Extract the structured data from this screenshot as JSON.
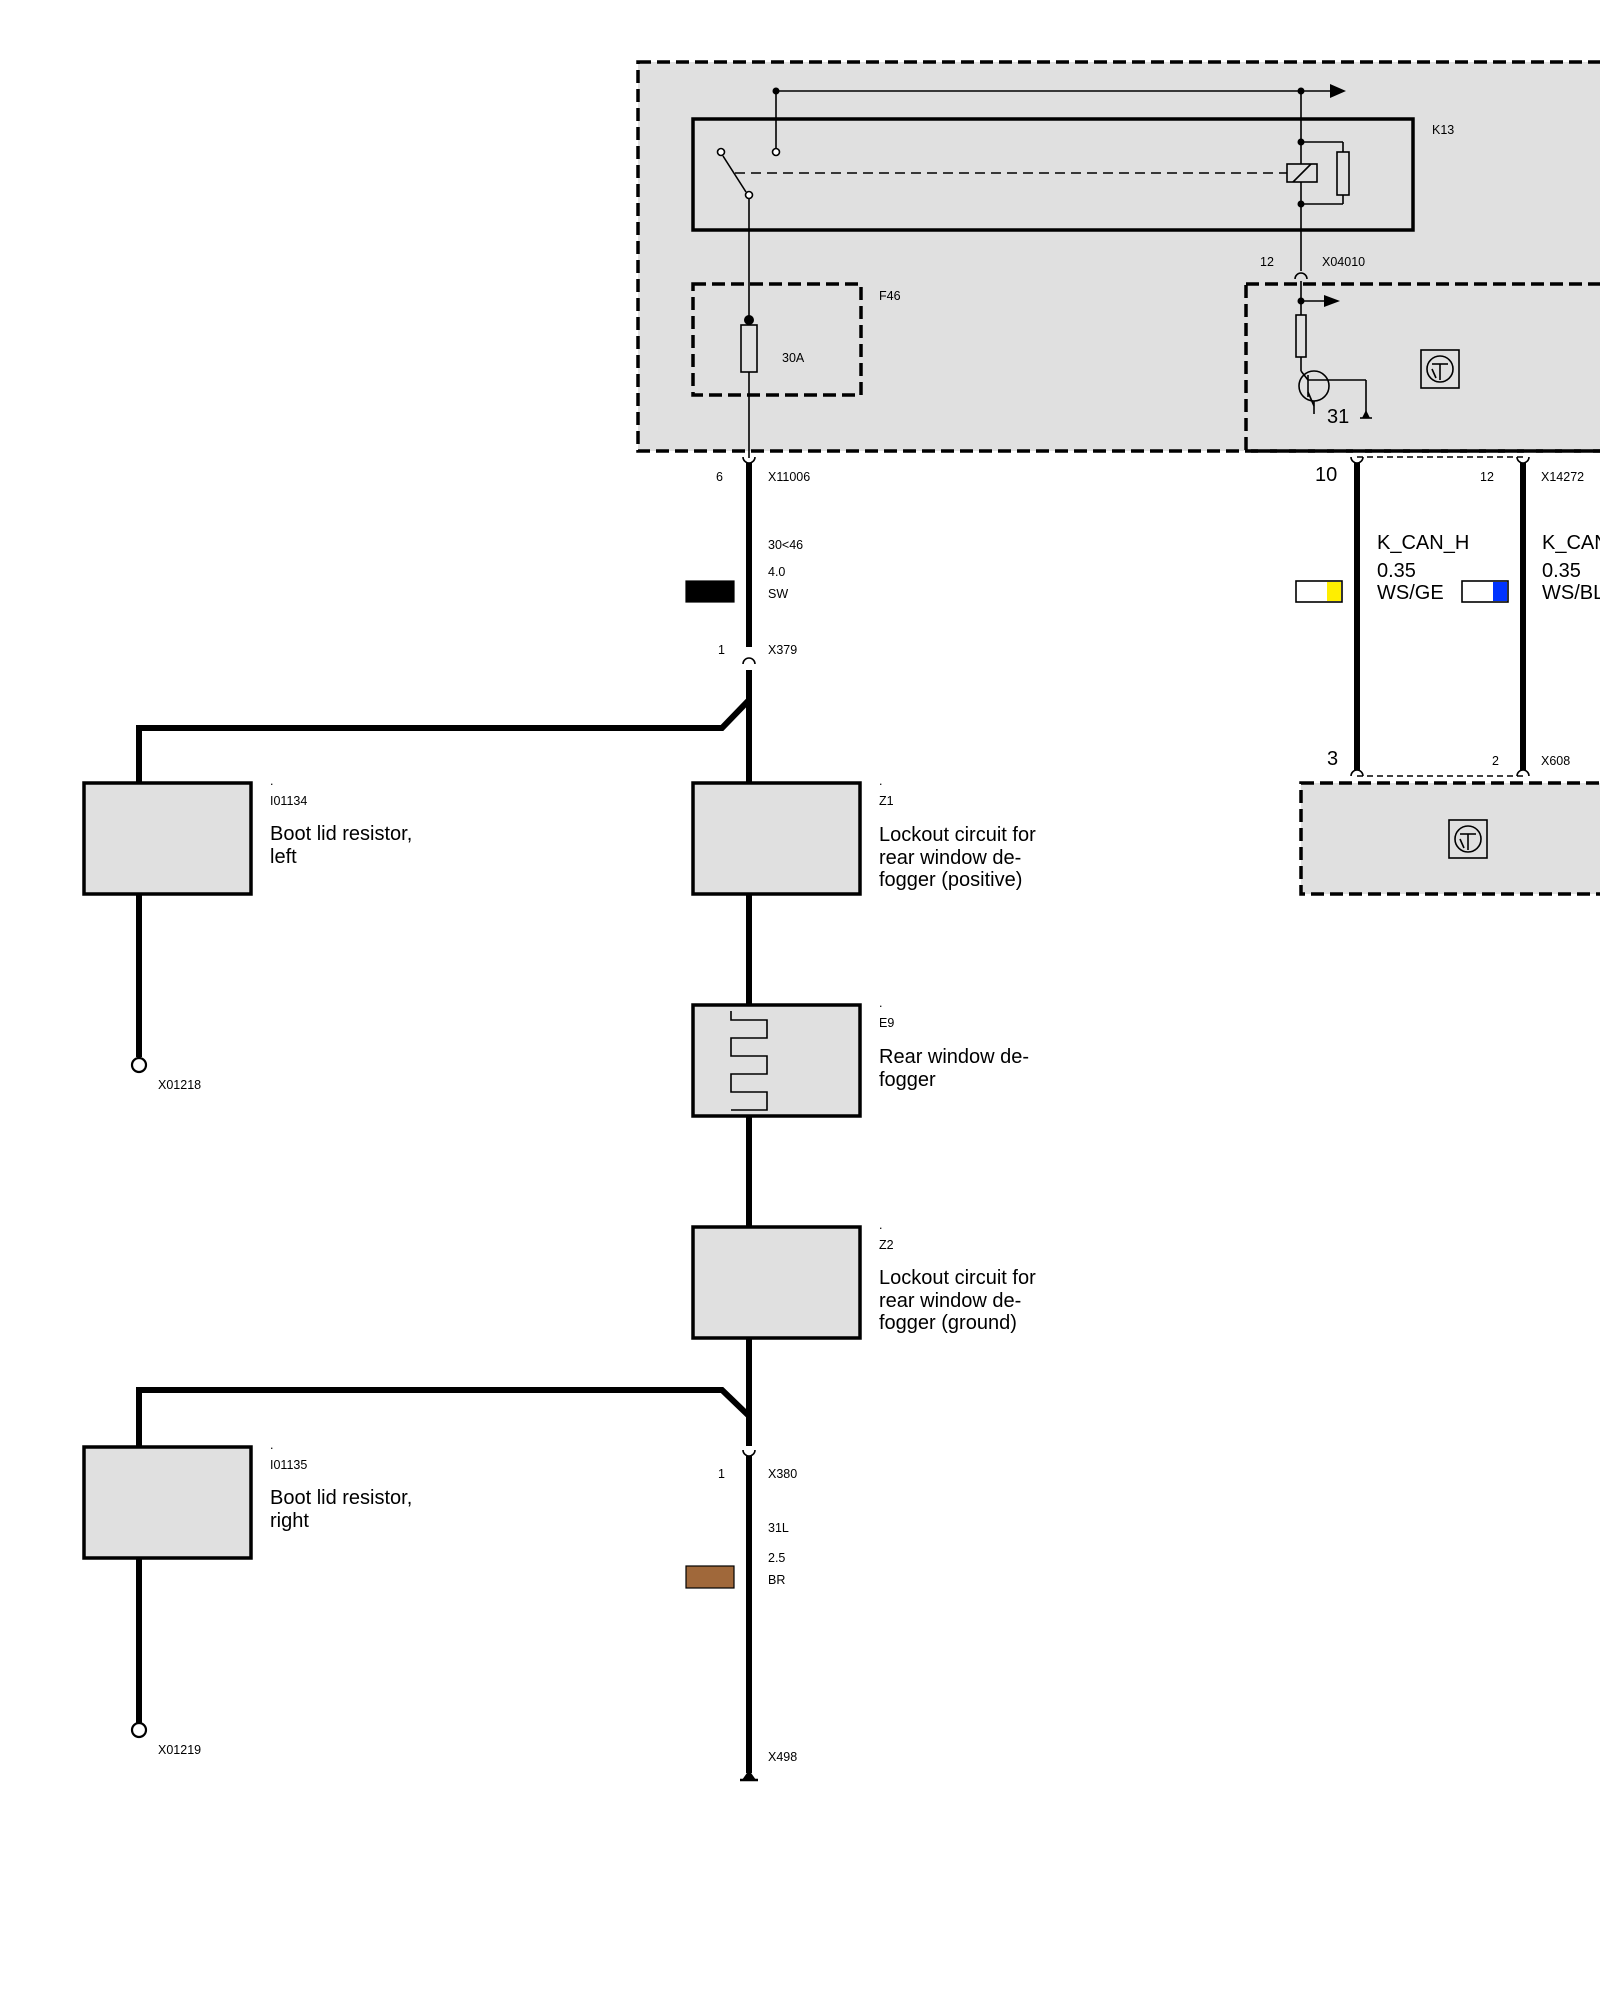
{
  "module": {
    "relay_label": "K13",
    "fuse_label": "F46",
    "fuse_rating": "30A",
    "connector_top": "X04010",
    "connector_top_pin": "12",
    "ground_pin": "31"
  },
  "wire_main": {
    "connector_out": "X11006",
    "connector_out_pin": "6",
    "circuit": "30<46",
    "gauge": "4.0",
    "color_code": "SW",
    "color_hex": "#000000",
    "connector_in": "X379",
    "connector_in_pin": "1"
  },
  "can_bus": {
    "left_pin": "10",
    "right_pin": "12",
    "connector": "X14272",
    "h_name": "K_CAN_H",
    "h_gauge": "0.35",
    "h_color_code": "WS/GE",
    "h_color_hex": "#ffee00",
    "l_name": "K_CAN_L",
    "l_gauge": "0.35",
    "l_color_code": "WS/BL",
    "l_color_hex": "#0033ff",
    "bottom_left_pin": "3",
    "bottom_right_pin": "2",
    "bottom_connector": "X608"
  },
  "components": {
    "i01134": {
      "dot": ".",
      "code": "I01134",
      "line1": "Boot lid resistor,",
      "line2": "left"
    },
    "z1": {
      "dot": ".",
      "code": "Z1",
      "line1": "Lockout circuit for",
      "line2": "rear window de-",
      "line3": "fogger (positive)"
    },
    "e9": {
      "dot": ".",
      "code": "E9",
      "line1": "Rear window de-",
      "line2": "fogger"
    },
    "z2": {
      "dot": ".",
      "code": "Z2",
      "line1": "Lockout circuit for",
      "line2": "rear window de-",
      "line3": "fogger (ground)"
    },
    "i01135": {
      "dot": ".",
      "code": "I01135",
      "line1": "Boot lid resistor,",
      "line2": "right"
    }
  },
  "terminals": {
    "x01218": "X01218",
    "x01219": "X01219",
    "ground": "X498"
  },
  "wire_ground": {
    "connector": "X380",
    "connector_pin": "1",
    "circuit": "31L",
    "gauge": "2.5",
    "color_code": "BR",
    "color_hex": "#a0683a"
  }
}
